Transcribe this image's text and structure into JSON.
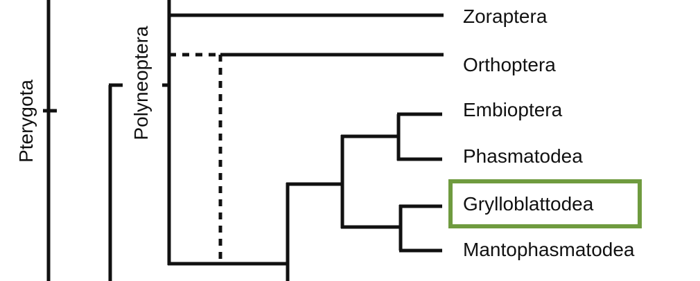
{
  "diagram": {
    "groups": {
      "pterygota": "Pterygota",
      "polyneoptera": "Polyneoptera"
    },
    "taxa": {
      "zoraptera": "Zoraptera",
      "orthoptera": "Orthoptera",
      "embioptera": "Embioptera",
      "phasmatodea": "Phasmatodea",
      "grylloblattodea": "Grylloblattodea",
      "mantophasmatodea": "Mantophasmatodea"
    },
    "highlighted_taxon": "Grylloblattodea",
    "highlight_color": "#6f9b3f"
  }
}
